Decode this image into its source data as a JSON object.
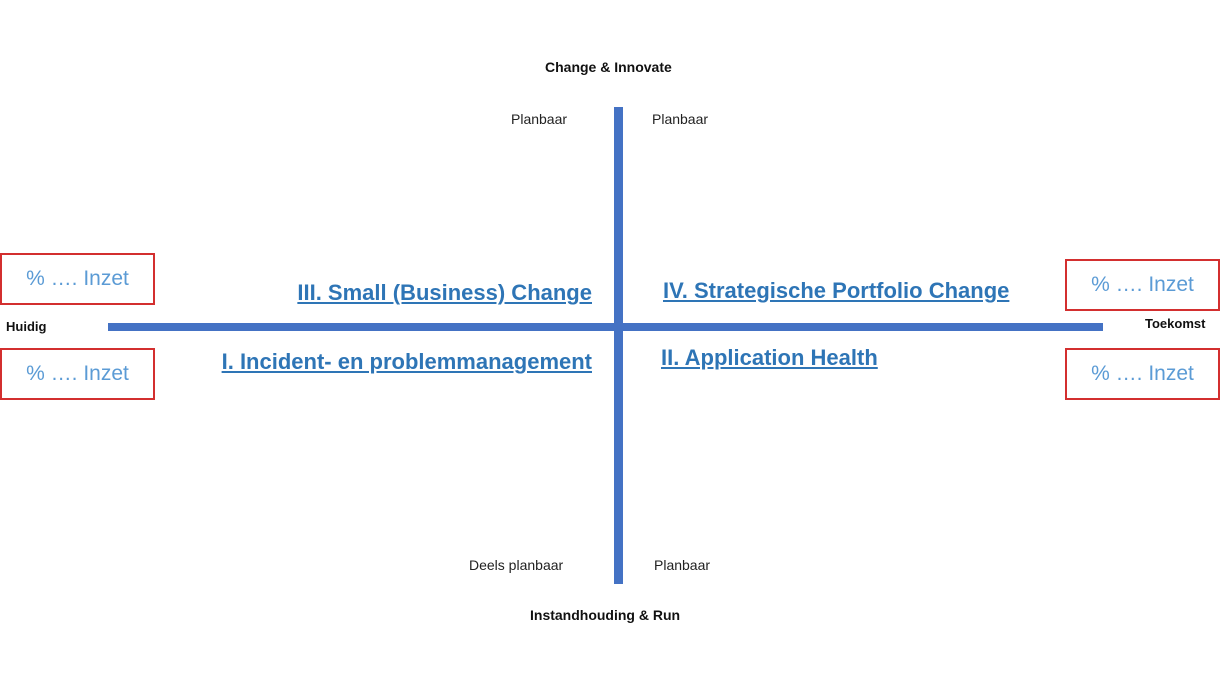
{
  "axis": {
    "top_title": "Change & Innovate",
    "bottom_title": "Instandhouding & Run",
    "left_label": "Huidig",
    "right_label": "Toekomst"
  },
  "corners": {
    "top_left": "Planbaar",
    "top_right": "Planbaar",
    "bottom_left": "Deels planbaar",
    "bottom_right": "Planbaar"
  },
  "quadrants": {
    "q3": "III. Small (Business) Change",
    "q4": "IV. Strategische Portfolio Change",
    "q1": "I. Incident- en problemmanagement",
    "q2": "II. Application  Health"
  },
  "boxes": {
    "left_top": "% …. Inzet",
    "left_bottom": "% …. Inzet",
    "right_top": "% …. Inzet",
    "right_bottom": "% …. Inzet"
  },
  "colors": {
    "axis": "#4472c4",
    "quadrant_text": "#2e75b6",
    "box_border": "#d32f2f",
    "box_text": "#5b9bd5"
  }
}
